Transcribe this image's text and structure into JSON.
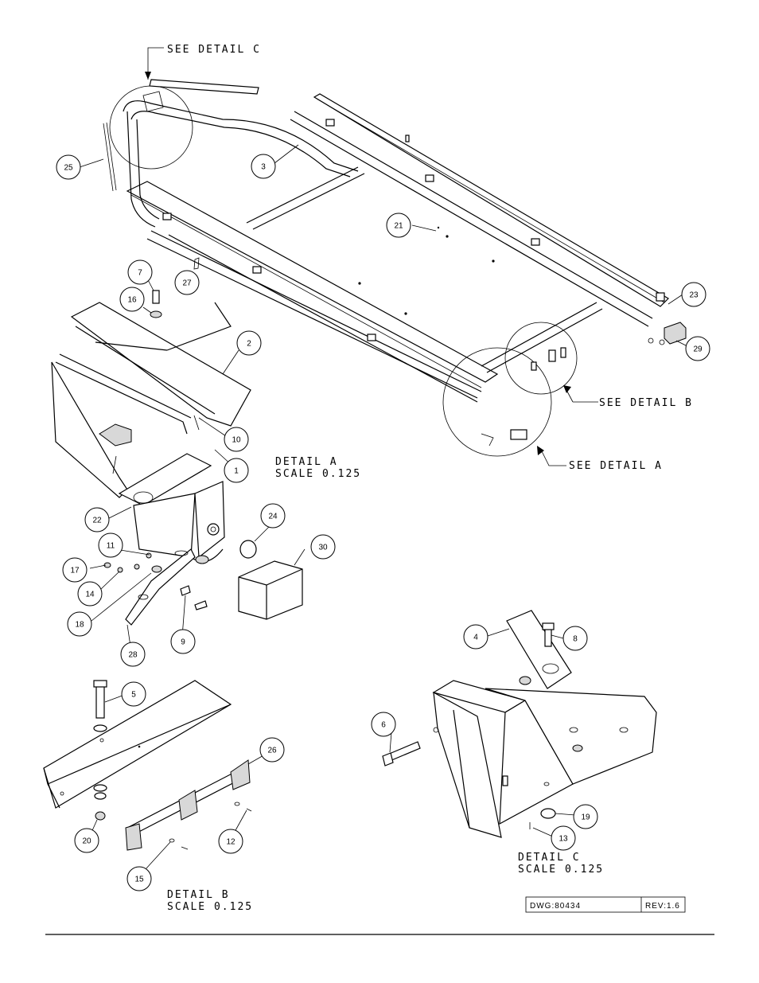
{
  "callouts": {
    "see_detail_c": "SEE DETAIL  C",
    "see_detail_b": "SEE DETAIL  B",
    "see_detail_a": "SEE DETAIL  A"
  },
  "details": {
    "a_title": "DETAIL  A",
    "a_scale": "SCALE  0.125",
    "b_title": "DETAIL  B",
    "b_scale": "SCALE  0.125",
    "c_title": "DETAIL  C",
    "c_scale": "SCALE  0.125"
  },
  "title_block": {
    "dwg": "DWG:80434",
    "rev": "REV:1.6"
  },
  "balloons": [
    "25",
    "3",
    "21",
    "23",
    "29",
    "7",
    "27",
    "16",
    "2",
    "10",
    "1",
    "22",
    "24",
    "30",
    "11",
    "17",
    "14",
    "18",
    "28",
    "9",
    "4",
    "8",
    "5",
    "26",
    "6",
    "20",
    "12",
    "15",
    "19",
    "13"
  ]
}
